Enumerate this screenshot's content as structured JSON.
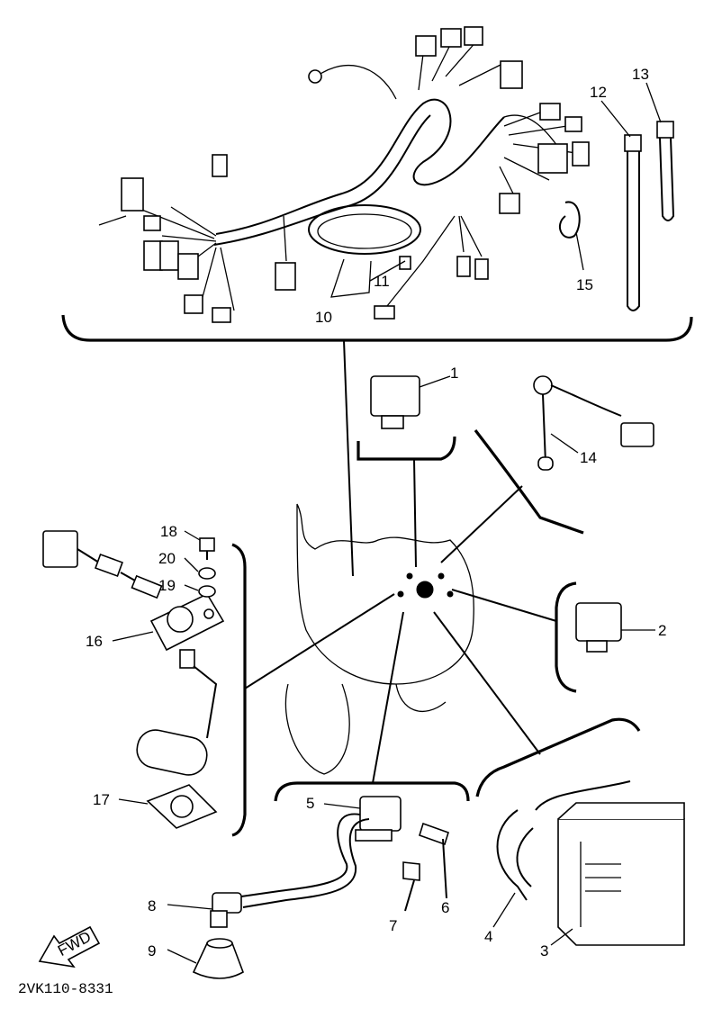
{
  "diagram": {
    "drawing_code": "2VK110-8331",
    "fwd_label": "FWD",
    "callouts": [
      {
        "id": "c1",
        "text": "1"
      },
      {
        "id": "c2",
        "text": "2"
      },
      {
        "id": "c3",
        "text": "3"
      },
      {
        "id": "c4",
        "text": "4"
      },
      {
        "id": "c5",
        "text": "5"
      },
      {
        "id": "c6",
        "text": "6"
      },
      {
        "id": "c7",
        "text": "7"
      },
      {
        "id": "c8",
        "text": "8"
      },
      {
        "id": "c9",
        "text": "9"
      },
      {
        "id": "c10",
        "text": "10"
      },
      {
        "id": "c11",
        "text": "11"
      },
      {
        "id": "c12",
        "text": "12"
      },
      {
        "id": "c13",
        "text": "13"
      },
      {
        "id": "c14",
        "text": "14"
      },
      {
        "id": "c15",
        "text": "15"
      },
      {
        "id": "c16",
        "text": "16"
      },
      {
        "id": "c17",
        "text": "17"
      },
      {
        "id": "c18",
        "text": "18"
      },
      {
        "id": "c19",
        "text": "19"
      },
      {
        "id": "c20",
        "text": "20"
      }
    ]
  }
}
